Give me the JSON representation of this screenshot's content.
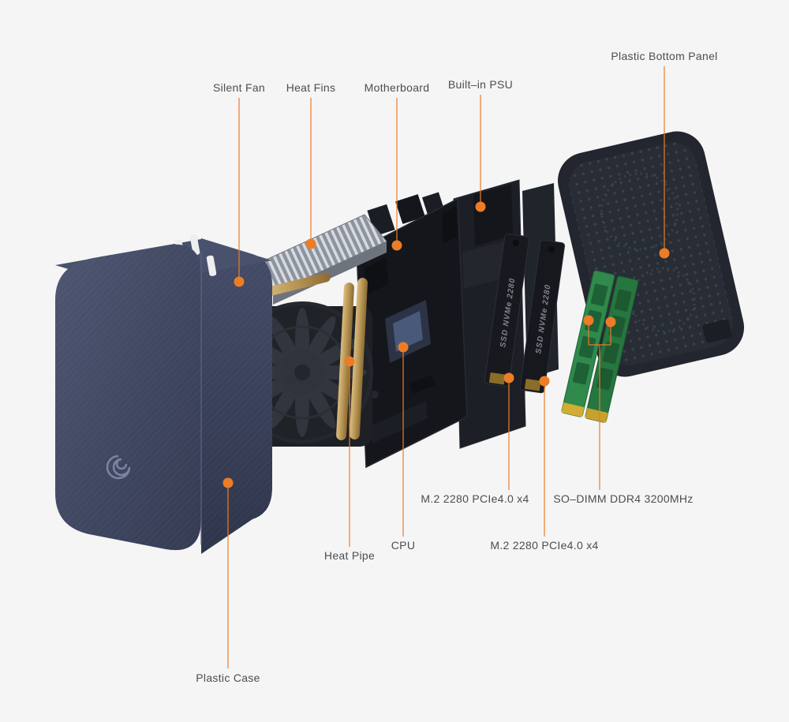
{
  "meta": {
    "background": "#f5f5f6",
    "accent": "#ee7c26",
    "label_color": "#4c4d52",
    "subject": "Mini PC exploded view diagram"
  },
  "labels": {
    "silent_fan": "Silent Fan",
    "heat_fins": "Heat Fins",
    "motherboard": "Motherboard",
    "built_in_psu": "Built–in PSU",
    "plastic_bottom_panel": "Plastic Bottom Panel",
    "m2_ssd_primary": "M.2 2280 PCIe4.0 x4",
    "so_dimm": "SO–DIMM DDR4 3200MHz",
    "m2_ssd_secondary": "M.2 2280 PCIe4.0 x4",
    "cpu": "CPU",
    "heat_pipe": "Heat Pipe",
    "plastic_case": "Plastic Case"
  },
  "markings": {
    "ssd": "SSD NVMe 2280"
  }
}
